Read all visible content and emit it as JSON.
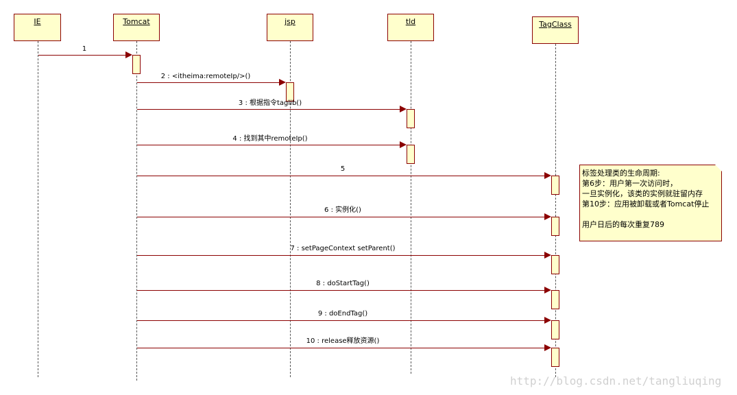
{
  "lifelines": [
    {
      "id": "ie",
      "name": "IE"
    },
    {
      "id": "tomcat",
      "name": "Tomcat"
    },
    {
      "id": "jsp",
      "name": "jsp"
    },
    {
      "id": "tld",
      "name": "tld"
    },
    {
      "id": "tagclass",
      "name": "TagClass"
    }
  ],
  "messages": [
    {
      "label": "1"
    },
    {
      "label": "2 : <itheima:remoteIp/>()"
    },
    {
      "label": "3 : 根据指令taglib()"
    },
    {
      "label": "4 : 找到其中remoteIp()"
    },
    {
      "label": "5"
    },
    {
      "label": "6 : 实例化()"
    },
    {
      "label": "7 : setPageContext setParent()"
    },
    {
      "label": "8 : doStartTag()"
    },
    {
      "label": "9 : doEndTag()"
    },
    {
      "label": "10 : release释放资源()"
    }
  ],
  "note": {
    "lines": [
      "标签处理类的生命周期:",
      "第6步：用户第一次访问时，",
      "一旦实例化，该类的实例就驻留内存",
      "第10步：应用被卸载或者Tomcat停止",
      "",
      "用户日后的每次重复789"
    ]
  },
  "watermark": "http://blog.csdn.net/tangliuqing"
}
